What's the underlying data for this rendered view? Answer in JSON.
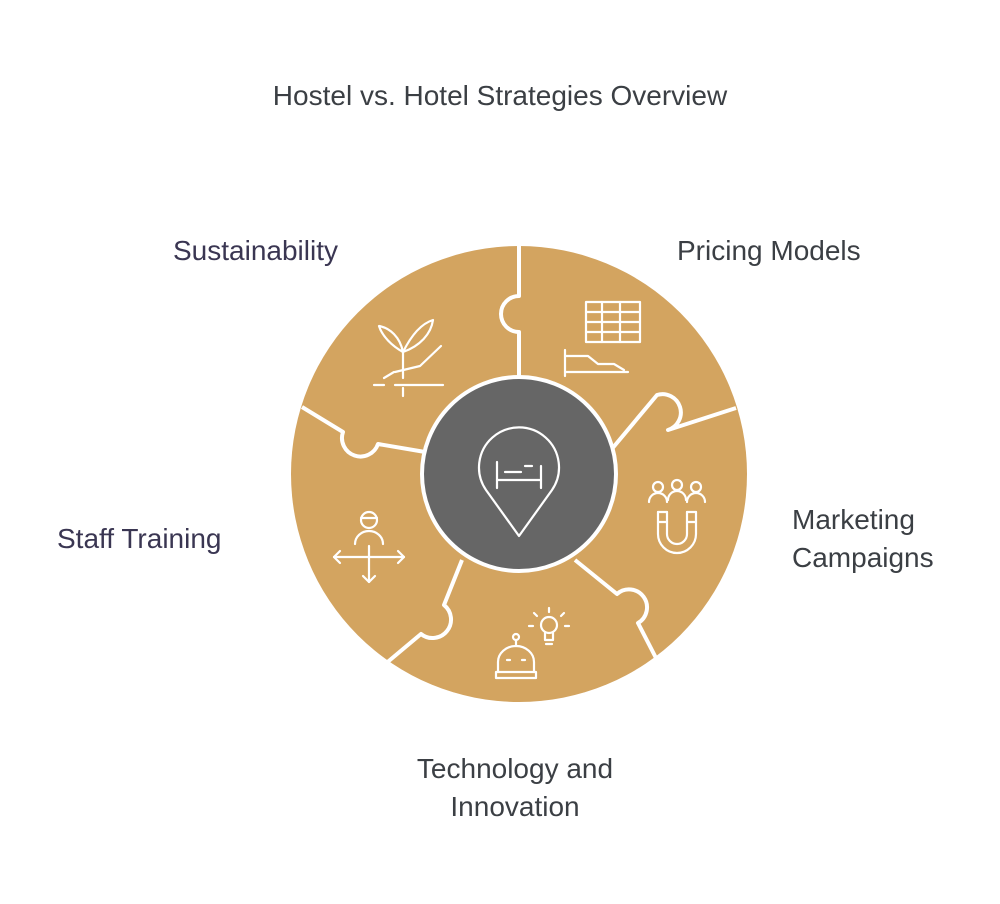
{
  "title": "Hostel vs. Hotel Strategies Overview",
  "colors": {
    "piece": "#D3A460",
    "center": "#666666",
    "line": "#ffffff",
    "text": "#3b3f44"
  },
  "center": {
    "icon": "bed-location-pin-icon"
  },
  "segments": [
    {
      "label": "Sustainability",
      "icon": "plant-hand-icon"
    },
    {
      "label": "Pricing Models",
      "icon": "pricing-table-hand-icon"
    },
    {
      "label_lines": [
        "Marketing",
        "Campaigns"
      ],
      "icon": "people-magnet-icon"
    },
    {
      "label_lines": [
        "Technology and",
        "Innovation"
      ],
      "icon": "robot-lightbulb-icon"
    },
    {
      "label": "Staff Training",
      "icon": "person-arrows-icon"
    }
  ]
}
